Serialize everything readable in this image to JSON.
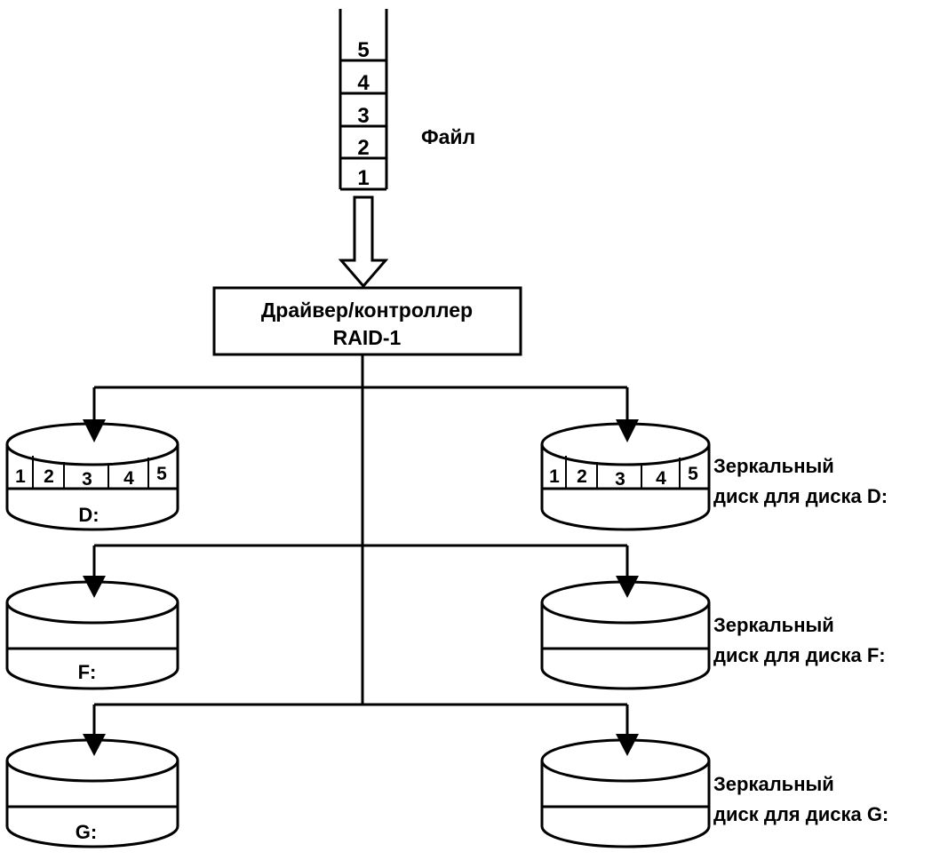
{
  "file": {
    "label": "Файл",
    "blocks": [
      "5",
      "4",
      "3",
      "2",
      "1"
    ]
  },
  "controller": {
    "line1": "Драйвер/контроллер",
    "line2": "RAID-1"
  },
  "disks": [
    {
      "label": "D:",
      "blocks": [
        "1",
        "2",
        "3",
        "4",
        "5"
      ]
    },
    {
      "label": "F:",
      "blocks": []
    },
    {
      "label": "G:",
      "blocks": []
    }
  ],
  "mirrors": [
    {
      "label_line1": "Зеркальный",
      "label_line2": "диск для диска D:",
      "blocks": [
        "1",
        "2",
        "3",
        "4",
        "5"
      ]
    },
    {
      "label_line1": "Зеркальный",
      "label_line2": "диск для диска F:",
      "blocks": []
    },
    {
      "label_line1": "Зеркальный",
      "label_line2": "диск для диска G:",
      "blocks": []
    }
  ]
}
